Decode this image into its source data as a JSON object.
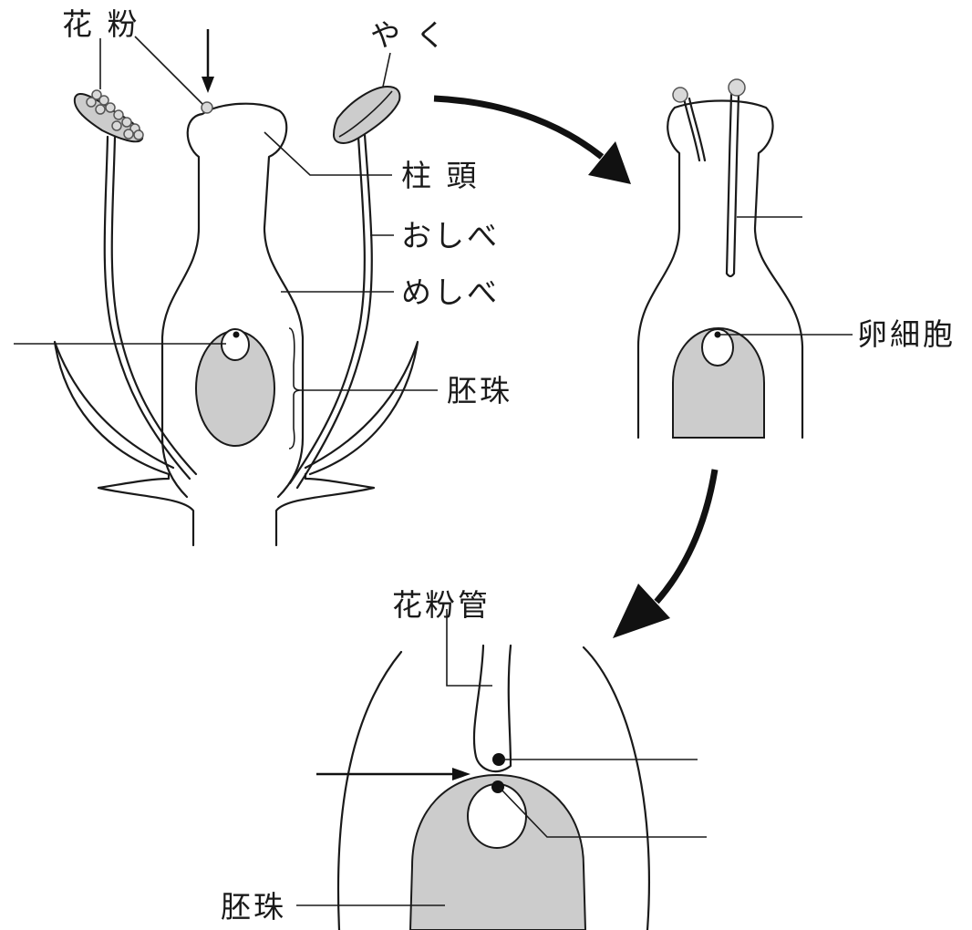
{
  "labels": {
    "pollen": "花 粉",
    "anther": "や く",
    "stigma": "柱 頭",
    "stamen": "おしべ",
    "pistil": "めしべ",
    "ovule_top": "胚珠",
    "egg_cell": "卵細胞",
    "pollen_tube": "花粉管",
    "ovule_bottom": "胚珠"
  },
  "colors": {
    "ovule_fill": "#cccccc",
    "line": "#1a1a1a",
    "pollen_fill": "#d9d9d9"
  }
}
